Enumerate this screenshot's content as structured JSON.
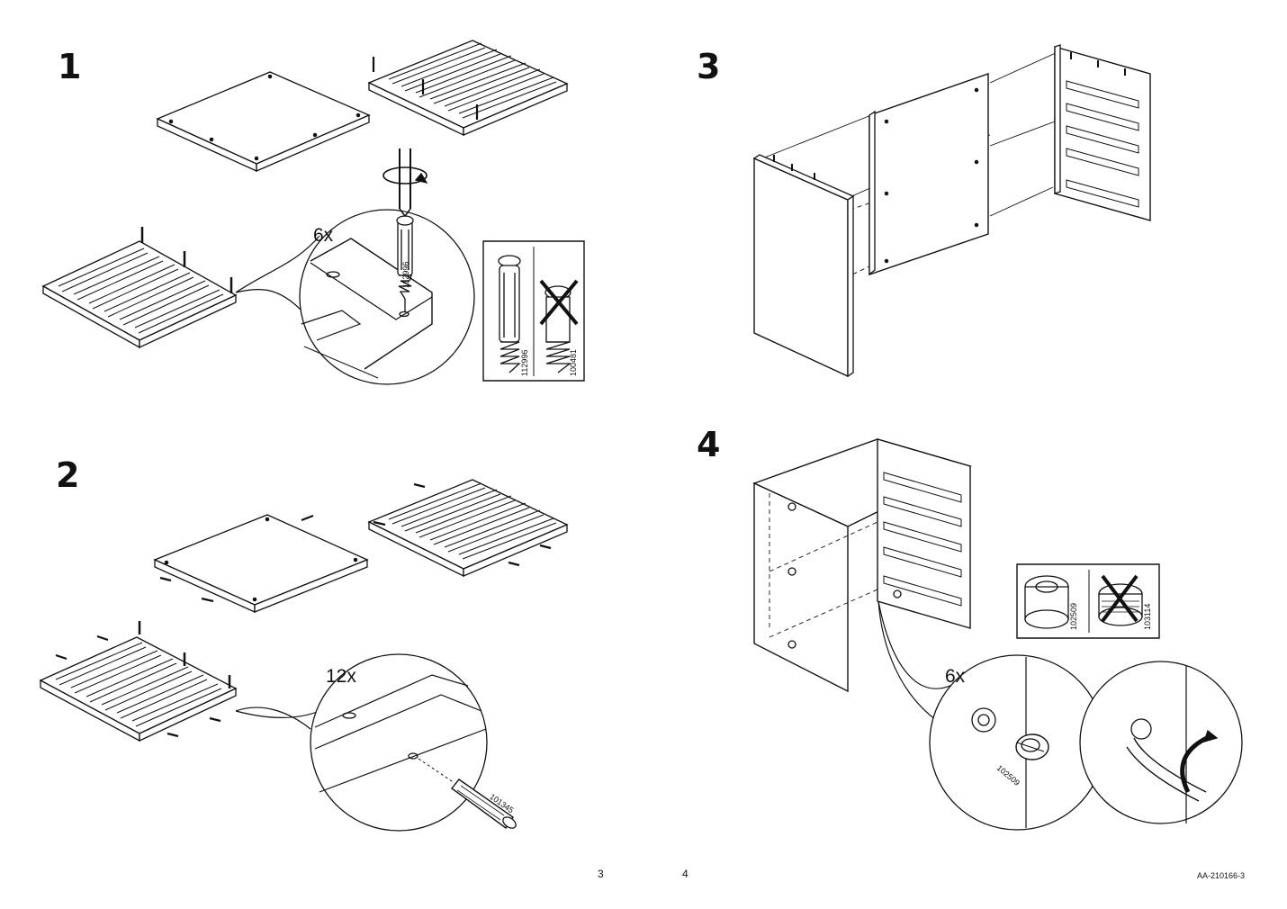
{
  "steps": [
    {
      "number": "1",
      "quantity": "6x",
      "part_code": "112996",
      "check_codes": [
        "112996",
        "100481"
      ]
    },
    {
      "number": "2",
      "quantity": "12x",
      "part_code": "101345"
    },
    {
      "number": "3"
    },
    {
      "number": "4",
      "quantity": "6x",
      "part_code": "102509",
      "check_codes": [
        "102509",
        "103114"
      ]
    }
  ],
  "page_numbers": {
    "left": "3",
    "right": "4"
  },
  "doc_code": "AA-210166-3",
  "icons": [
    "screwdriver-icon",
    "rotate-arrow-icon",
    "cross-mark-icon",
    "wooden-dowel-icon",
    "cam-lock-icon"
  ]
}
